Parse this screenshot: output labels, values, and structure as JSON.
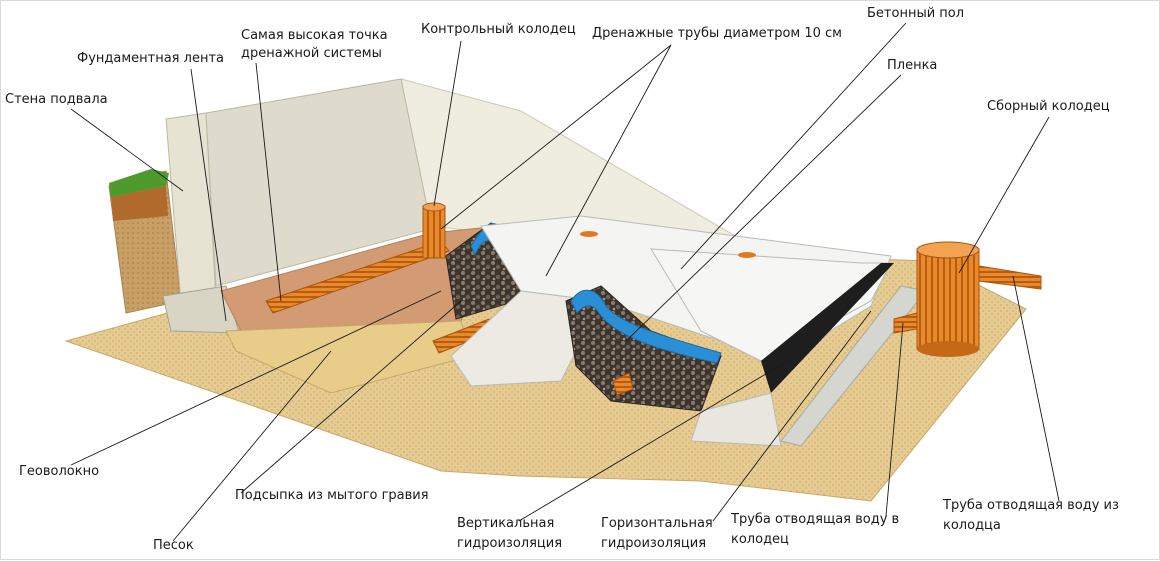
{
  "labels": {
    "basement_wall": "Стена подвала",
    "foundation_strip": "Фундаментная лента",
    "highest_point_1": "Самая высокая точка",
    "highest_point_2": "дренажной системы",
    "control_well": "Контрольный колодец",
    "drain_pipes": "Дренажные трубы диаметром 10 см",
    "concrete_floor": "Бетонный пол",
    "film": "Пленка",
    "collecting_well": "Сборный колодец",
    "geotextile": "Геоволокно",
    "gravel_bedding": "Подсыпка из мытого гравия",
    "sand": "Песок",
    "vertical_waterproofing_1": "Вертикальная",
    "vertical_waterproofing_2": "гидроизоляция",
    "horizontal_waterproofing_1": "Горизонтальная",
    "horizontal_waterproofing_2": "гидроизоляция",
    "pipe_to_well_1": "Труба отводящая воду в",
    "pipe_to_well_2": "колодец",
    "pipe_from_well_1": "Труба отводящая воду из",
    "pipe_from_well_2": "колодца"
  },
  "colors": {
    "sand": "#e3c98f",
    "wall": "#ebe8da",
    "pipe": "#e07a1f",
    "waterproofing_blue": "#2b8fd6",
    "gravel": "#4a4038",
    "concrete": "#f4f4f2",
    "grass": "#4f9a2c",
    "soil": "#b8733a",
    "leader_line": "#1a1a1a"
  }
}
